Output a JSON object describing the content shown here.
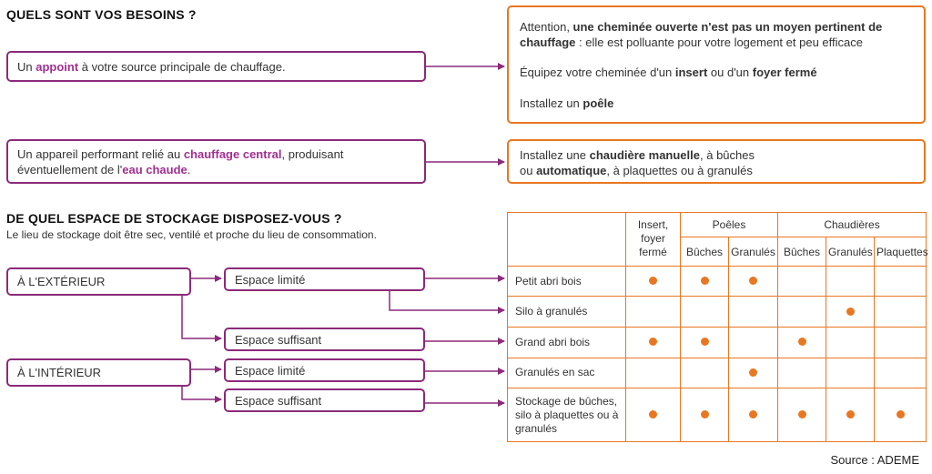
{
  "needs": {
    "heading": "QUELS SONT VOS BESOINS ?",
    "box1": {
      "pre": "Un ",
      "hl": "appoint",
      "post": " à votre source principale de chauffage."
    },
    "box2": {
      "line1_pre": "Un appareil performant relié au ",
      "line1_hl": "chauffage central",
      "line1_post": ", produisant",
      "line2_pre": "éventuellement de l'",
      "line2_hl": "eau chaude",
      "line2_post": "."
    },
    "advice1": {
      "p1_pre": "Attention, ",
      "p1_bold": "une cheminée ouverte n'est pas un moyen pertinent de chauffage",
      "p1_post": " : elle est polluante pour votre logement et peu efficace",
      "p2_pre": "Équipez votre cheminée d'un ",
      "p2_b1": "insert",
      "p2_mid": " ou d'un ",
      "p2_b2": "foyer fermé",
      "p3_pre": "Installez un ",
      "p3_b": "poêle"
    },
    "advice2": {
      "l1_pre": "Installez une ",
      "l1_b": "chaudière manuelle",
      "l1_post": ", à bûches",
      "l2_pre": "ou ",
      "l2_b": "automatique",
      "l2_post": ", à plaquettes ou à granulés"
    }
  },
  "storage": {
    "heading": "DE QUEL ESPACE DE STOCKAGE DISPOSEZ-VOUS ?",
    "subtitle": "Le lieu de stockage doit être sec, ventilé et proche du lieu de consommation.",
    "locations": [
      "À L'EXTÉRIEUR",
      "À L'INTÉRIEUR"
    ],
    "spaces": [
      "Espace limité",
      "Espace suffisant",
      "Espace limité",
      "Espace suffisant"
    ]
  },
  "table": {
    "group_insert": "Insert, foyer fermé",
    "group_poeles": "Poêles",
    "group_chaudieres": "Chaudières",
    "sub_headers": [
      "Bûches",
      "Granulés",
      "Bûches",
      "Granulés",
      "Plaquettes"
    ],
    "rows": [
      {
        "label": "Petit abri bois",
        "marks": [
          true,
          true,
          true,
          false,
          false,
          false
        ]
      },
      {
        "label": "Silo à granulés",
        "marks": [
          false,
          false,
          false,
          false,
          true,
          false
        ]
      },
      {
        "label": "Grand abri bois",
        "marks": [
          true,
          true,
          false,
          true,
          false,
          false
        ]
      },
      {
        "label": "Granulés en sac",
        "marks": [
          false,
          false,
          true,
          false,
          false,
          false
        ]
      },
      {
        "label": "Stockage de bûches, silo à plaquettes ou à granulés",
        "marks": [
          true,
          true,
          true,
          true,
          true,
          true
        ]
      }
    ]
  },
  "source": "Source : ADEME",
  "colors": {
    "purple": "#8b2a7a",
    "orange": "#e87722",
    "highlight": "#a0308f"
  }
}
